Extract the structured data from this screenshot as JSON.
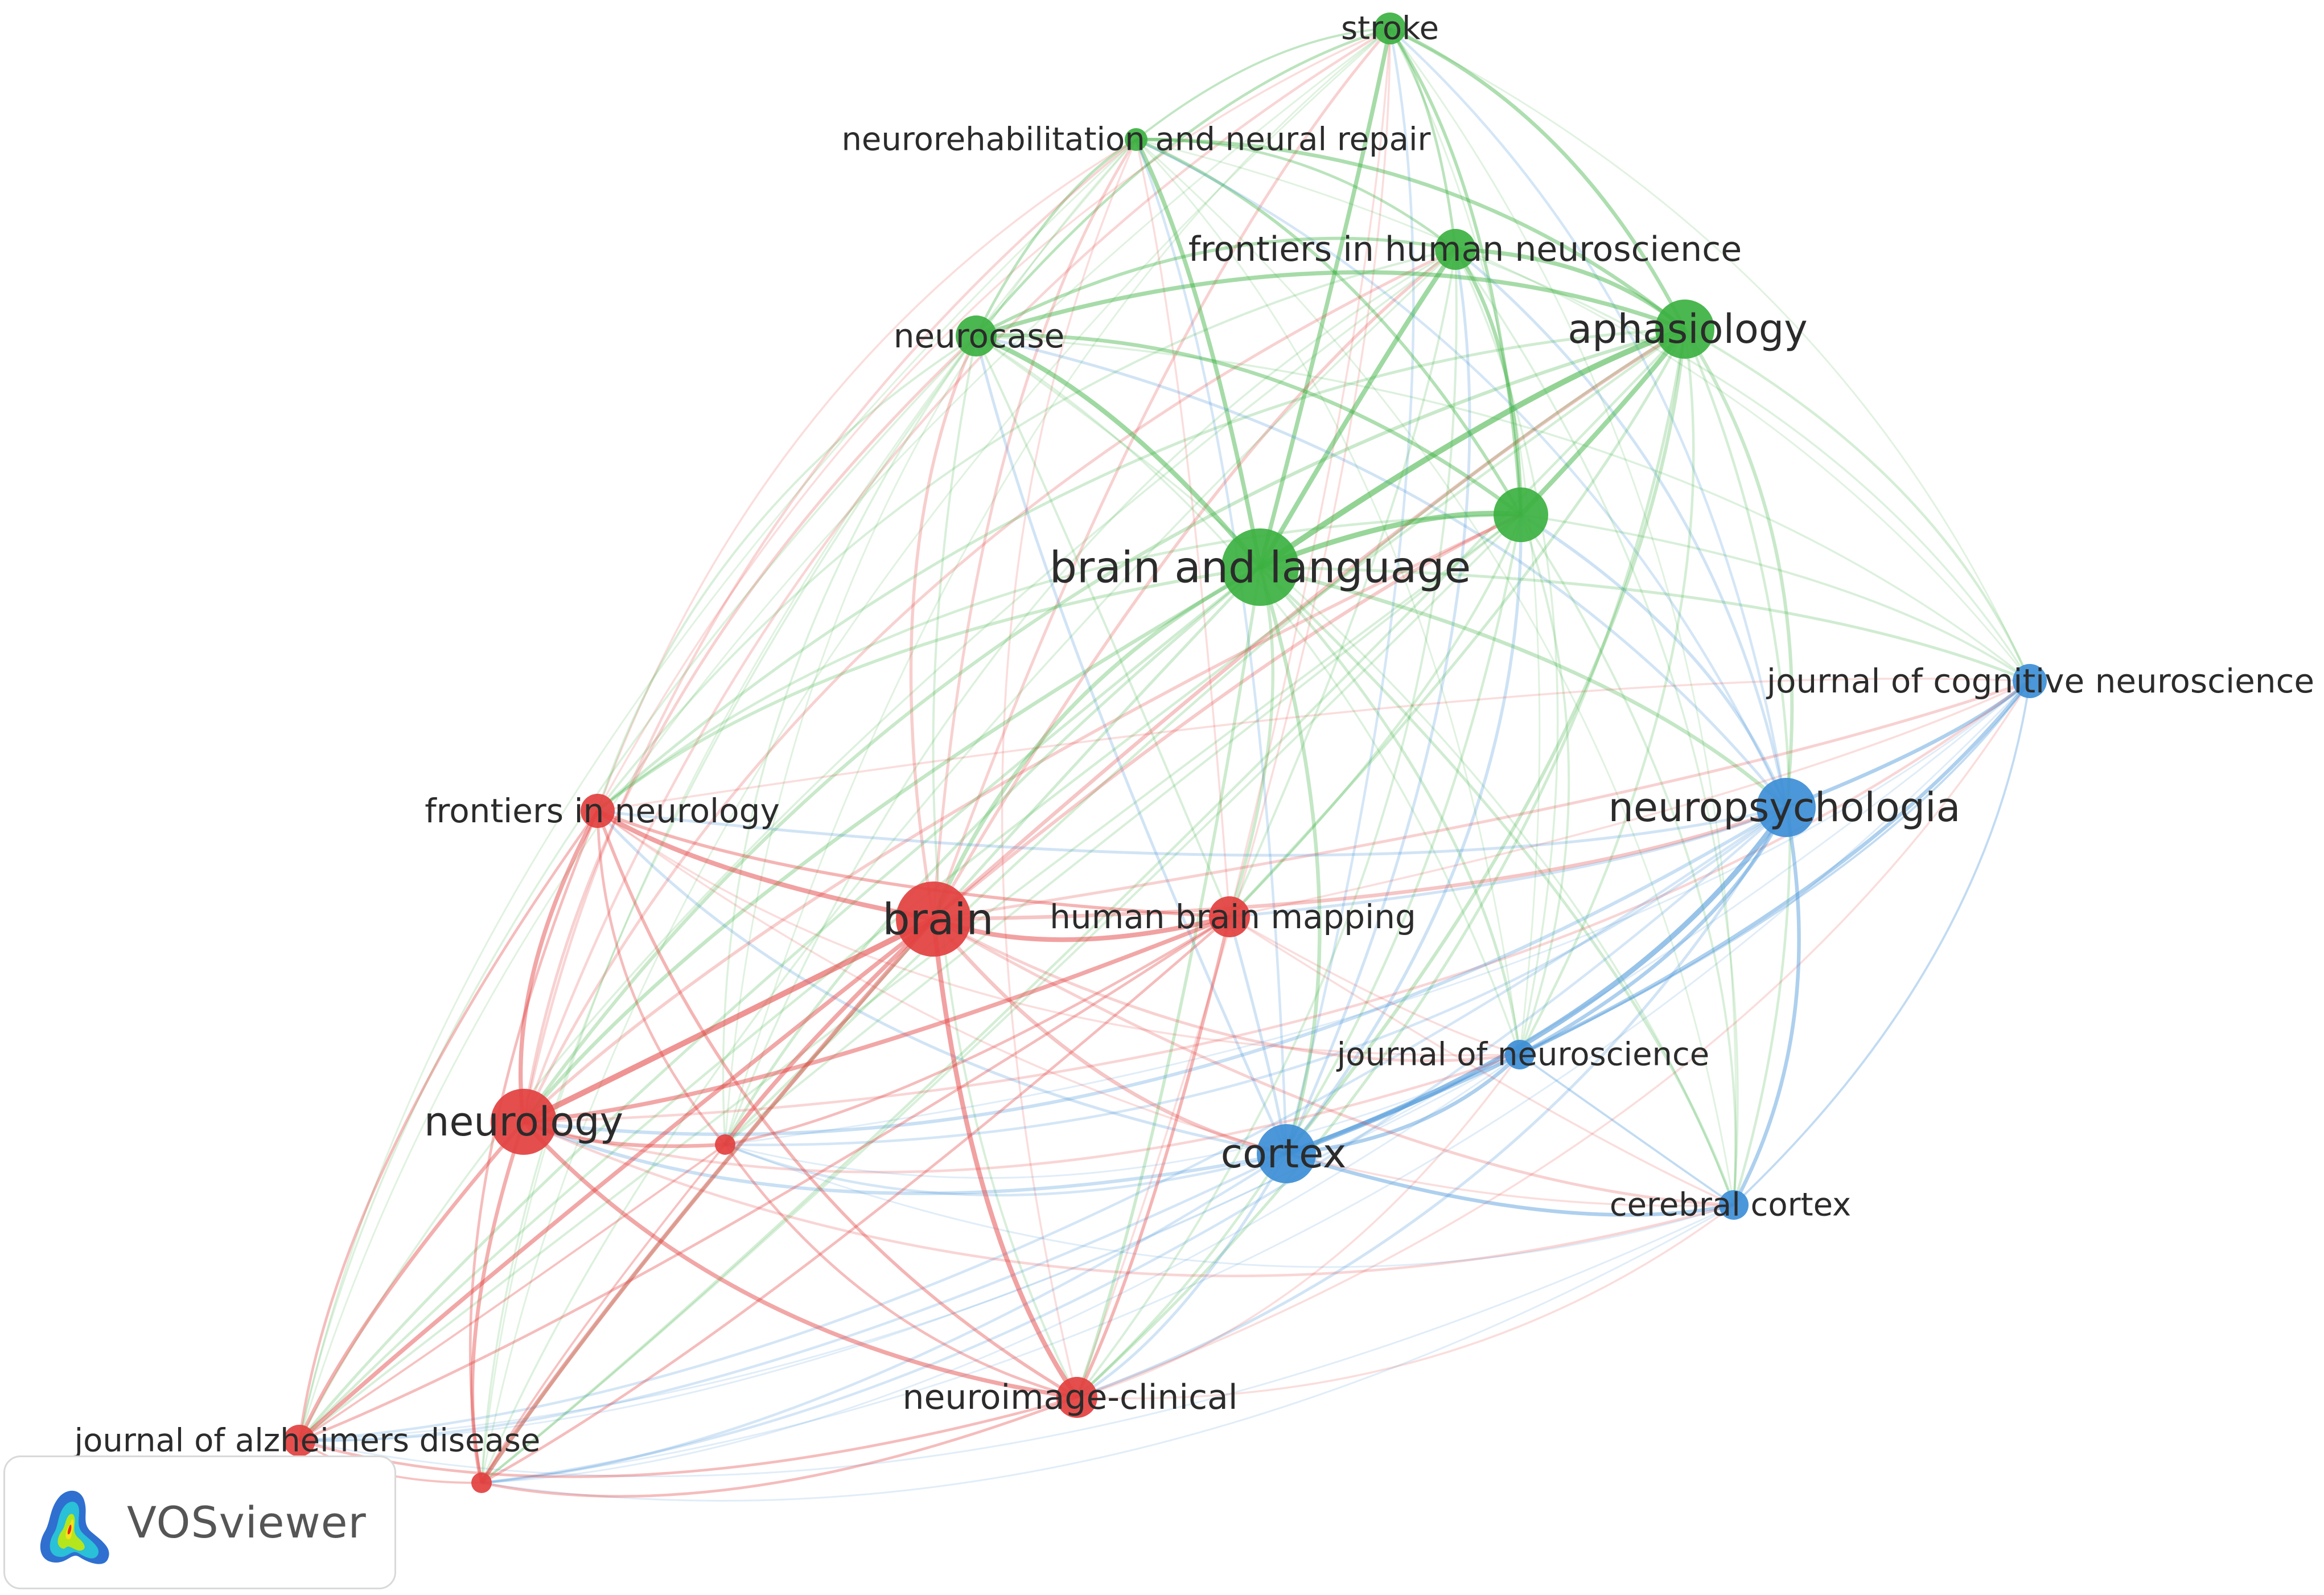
{
  "colors": {
    "cluster1": "#e2403f",
    "cluster2": "#3cb141",
    "cluster3": "#3d8ed6"
  },
  "nodes": [
    {
      "id": "stroke",
      "label": "stroke",
      "cluster": 2,
      "weight": 1
    },
    {
      "id": "nnr",
      "label": "neurorehabilitation and neural repair",
      "cluster": 2,
      "weight": 1
    },
    {
      "id": "fhn",
      "label": "frontiers in human neuroscience",
      "cluster": 2,
      "weight": 2
    },
    {
      "id": "neurocase",
      "label": "neurocase",
      "cluster": 2,
      "weight": 2
    },
    {
      "id": "aphasiology",
      "label": "aphasiology",
      "cluster": 2,
      "weight": 4
    },
    {
      "id": "g_unlabeled",
      "label": "",
      "cluster": 2,
      "weight": 3
    },
    {
      "id": "bal",
      "label": "brain and language",
      "cluster": 2,
      "weight": 5
    },
    {
      "id": "jcn",
      "label": "journal of cognitive neuroscience",
      "cluster": 3,
      "weight": 1
    },
    {
      "id": "neuropsychologia",
      "label": "neuropsychologia",
      "cluster": 3,
      "weight": 4
    },
    {
      "id": "jn",
      "label": "journal of neuroscience",
      "cluster": 3,
      "weight": 1
    },
    {
      "id": "cortex",
      "label": "cortex",
      "cluster": 3,
      "weight": 4
    },
    {
      "id": "cc",
      "label": "cerebral cortex",
      "cluster": 3,
      "weight": 1
    },
    {
      "id": "fin",
      "label": "frontiers in neurology",
      "cluster": 1,
      "weight": 2
    },
    {
      "id": "brain",
      "label": "brain",
      "cluster": 1,
      "weight": 5
    },
    {
      "id": "hbm",
      "label": "human brain mapping",
      "cluster": 1,
      "weight": 2
    },
    {
      "id": "neurology",
      "label": "neurology",
      "cluster": 1,
      "weight": 4
    },
    {
      "id": "r_small1",
      "label": "",
      "cluster": 1,
      "weight": 1
    },
    {
      "id": "nic",
      "label": "neuroimage-clinical",
      "cluster": 1,
      "weight": 2
    },
    {
      "id": "jad",
      "label": "journal of alzheimers disease",
      "cluster": 1,
      "weight": 1
    },
    {
      "id": "r_small2",
      "label": "",
      "cluster": 1,
      "weight": 1
    }
  ],
  "badge": {
    "text": "VOSviewer",
    "logo_icon": "vosviewer-logo-icon"
  }
}
